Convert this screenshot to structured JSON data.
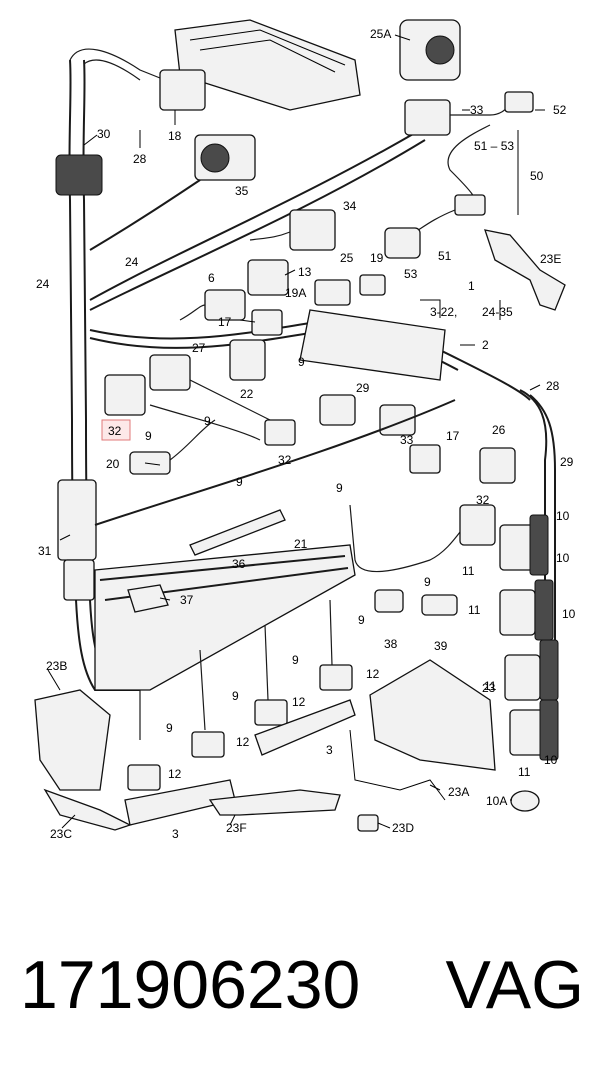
{
  "diagram": {
    "callouts": {
      "c25A": "25A",
      "c33a": "33",
      "c52": "52",
      "c30": "30",
      "c18": "18",
      "c28a": "28",
      "c51_53": "51 – 53",
      "c50": "50",
      "c35": "35",
      "c34": "34",
      "c24a": "24",
      "c24b": "24",
      "c23E": "23E",
      "c51": "51",
      "c53": "53",
      "c13": "13",
      "c25": "25",
      "c19": "19",
      "c6": "6",
      "c19A": "19A",
      "c1": "1",
      "c3_22": "3-22,",
      "c24_35": "24-35",
      "c17a": "17",
      "c2": "2",
      "c27": "27",
      "c22": "22",
      "c9a": "9",
      "c32a": "32",
      "c9b": "9",
      "c29a": "29",
      "c28b": "28",
      "c9c": "9",
      "c33b": "33",
      "c20": "20",
      "c9d": "9",
      "c32b": "32",
      "c17b": "17",
      "c26": "26",
      "c29b": "29",
      "c9e": "9",
      "c32c": "32",
      "c31": "31",
      "c36": "36",
      "c21": "21",
      "c10a": "10",
      "c11a": "11",
      "c10b": "10",
      "c9f": "9",
      "c37": "37",
      "c11b": "11",
      "c10c": "10",
      "c38": "38",
      "c39": "39",
      "c9g": "9",
      "c9h": "9",
      "c12a": "12",
      "c11c": "11",
      "c23B": "23B",
      "c9i": "9",
      "c12b": "12",
      "c23": "23",
      "c9j": "9",
      "c12c": "12",
      "c3a": "3",
      "c11d": "11",
      "c10d": "10",
      "c12d": "12",
      "c23A": "23A",
      "c10A": "10A",
      "c3b": "3",
      "c23F": "23F",
      "c23D": "23D",
      "c23C": "23C"
    },
    "highlight": {
      "label": "32",
      "border_color": "#e07a7a",
      "fill_color": "#fde8e8"
    }
  },
  "footer": {
    "part_number": "171906230",
    "brand": "VAG"
  }
}
